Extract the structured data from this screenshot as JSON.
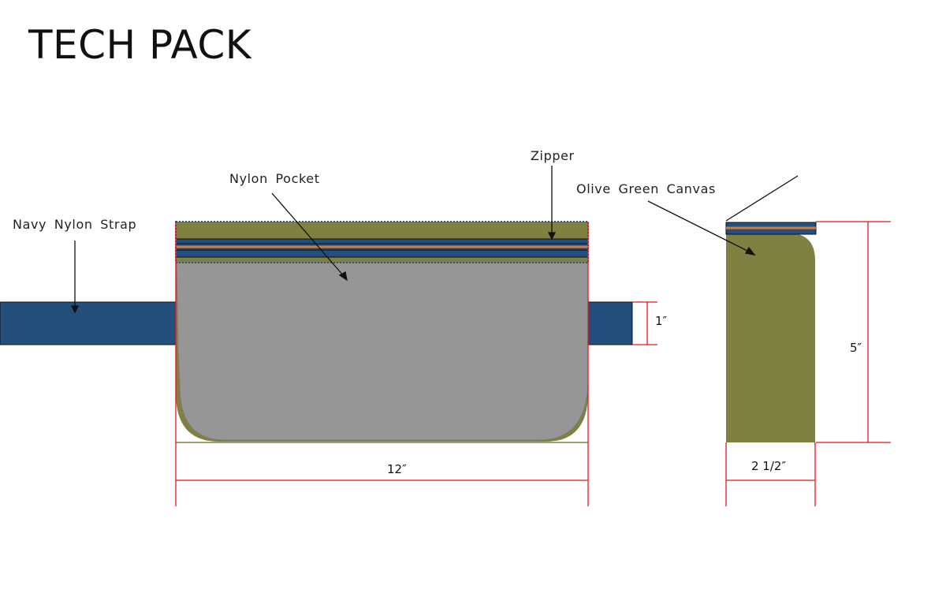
{
  "title": "TECH PACK",
  "labels": {
    "strap": "Navy  Nylon  Strap",
    "pocket": "Nylon  Pocket",
    "zipper": "Zipper",
    "canvas": "Olive  Green  Canvas"
  },
  "dimensions": {
    "strap_height": "1″",
    "width": "12″",
    "height": "5″",
    "depth": "2 1/2″"
  },
  "colors": {
    "navy": "#234f7d",
    "olive": "#808040",
    "gray": "#969696",
    "orange": "#d67a3c",
    "dimension_line": "#e8171d"
  }
}
